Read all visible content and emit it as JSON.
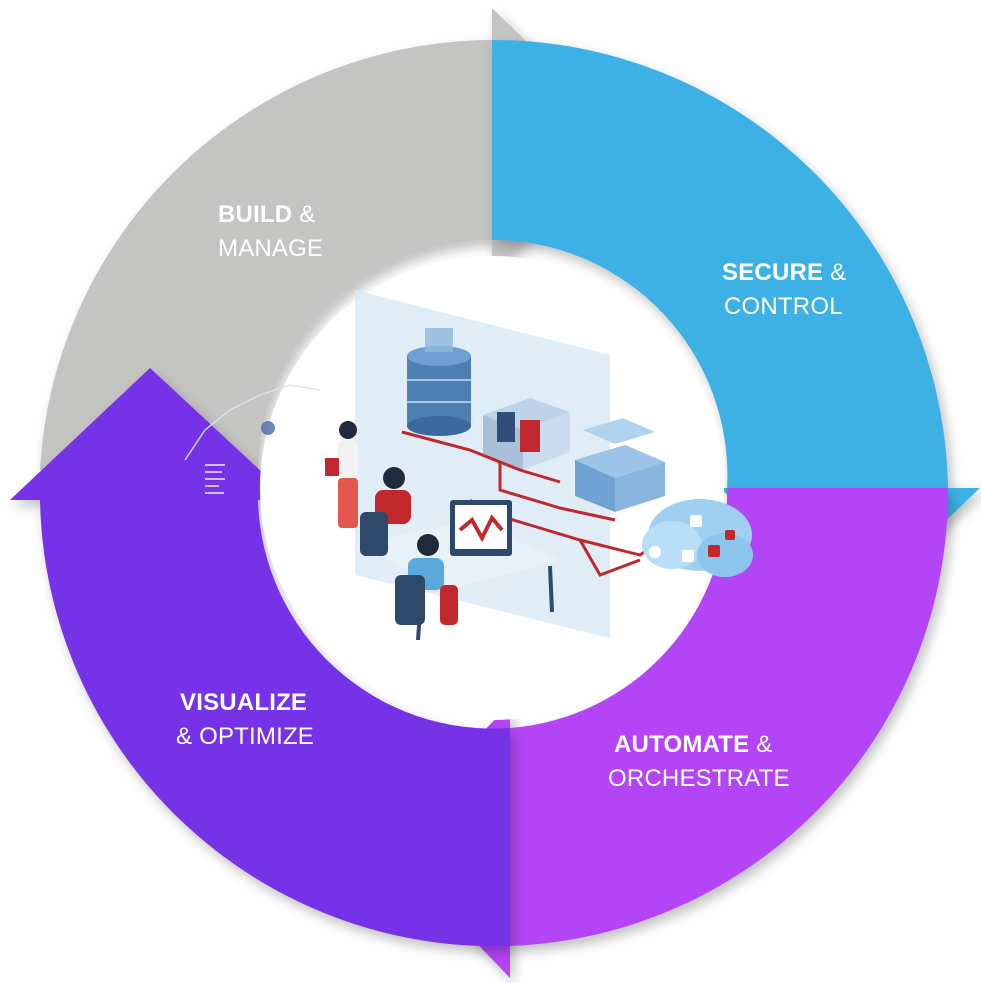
{
  "stages": [
    {
      "id": "build",
      "bold": "BUILD",
      "rest1": " &",
      "line2": "MANAGE",
      "color": "#c4c4c2"
    },
    {
      "id": "secure",
      "bold": "SECURE",
      "rest1": " &",
      "line2": "CONTROL",
      "color": "#3db1e6"
    },
    {
      "id": "automate",
      "bold": "AUTOMATE",
      "rest1": " &",
      "line2": "ORCHESTRATE",
      "color": "#b344f7"
    },
    {
      "id": "visualize",
      "bold": "VISUALIZE",
      "rest1": "",
      "line2": "& OPTIMIZE",
      "color": "#7431e6"
    }
  ],
  "illustration": {
    "icons": [
      "database-icon",
      "storage-rack-icon",
      "server-stack-icon",
      "cloud-apps-icon",
      "monitor-chart-icon",
      "people-working-icon"
    ],
    "accent": "#c0282d",
    "panel": "#dbe9f4"
  }
}
